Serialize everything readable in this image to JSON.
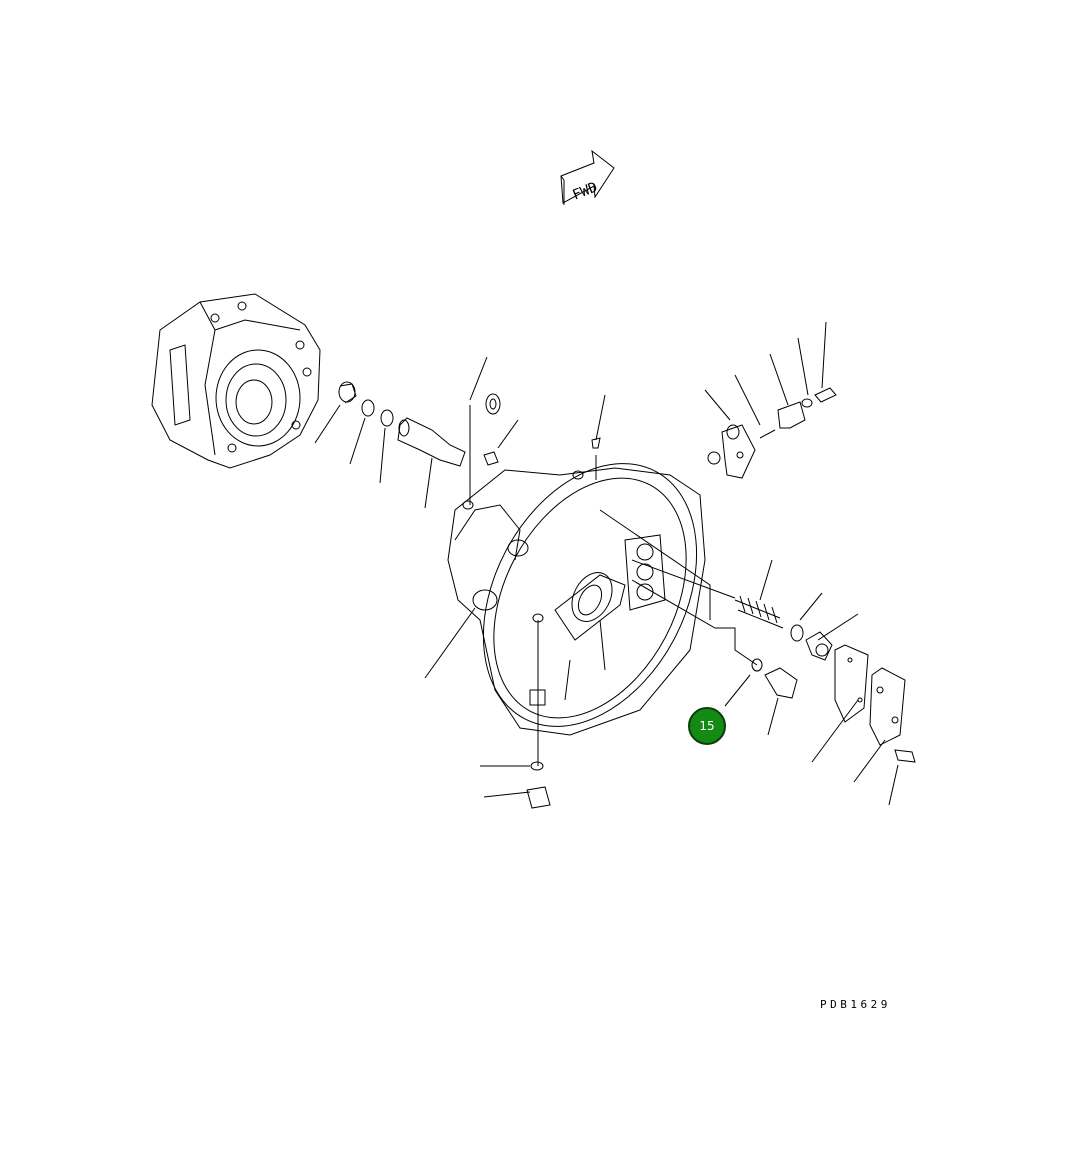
{
  "direction_arrow": {
    "label": "FWD"
  },
  "callouts": [
    {
      "number": "15",
      "color": "#138a13"
    }
  ],
  "drawing_code": "PDB1629"
}
